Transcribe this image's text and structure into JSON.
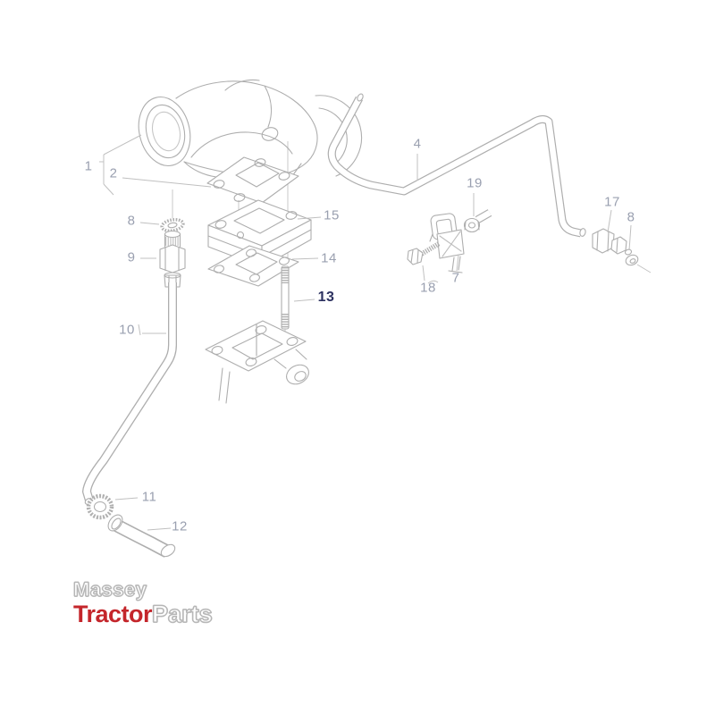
{
  "diagram": {
    "labels": [
      {
        "num": "1"
      },
      {
        "num": "2"
      },
      {
        "num": "4"
      },
      {
        "num": "19"
      },
      {
        "num": "17"
      },
      {
        "num": "8"
      },
      {
        "num": "8"
      },
      {
        "num": "9"
      },
      {
        "num": "15"
      },
      {
        "num": "14"
      },
      {
        "num": "13",
        "highlighted": true
      },
      {
        "num": "10"
      },
      {
        "num": "7"
      },
      {
        "num": "18"
      },
      {
        "num": "11"
      },
      {
        "num": "12"
      }
    ],
    "highlighted_part": "13",
    "line_color": "#aeaeae",
    "label_color": "#9aa0b0",
    "highlight_color": "#2c3160"
  },
  "logo": {
    "massey": "Massey",
    "tractor": "Tractor",
    "parts": "Parts",
    "red": "#c4262b"
  }
}
